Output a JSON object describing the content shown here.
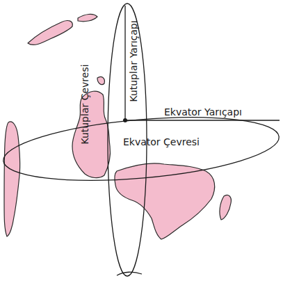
{
  "diagram": {
    "labels": [
      "Kutuplar Çevresi",
      "Kutuplar Yarıçapı",
      "Ekvator Yarıçapı",
      "Ekvator Çevresi"
    ]
  }
}
